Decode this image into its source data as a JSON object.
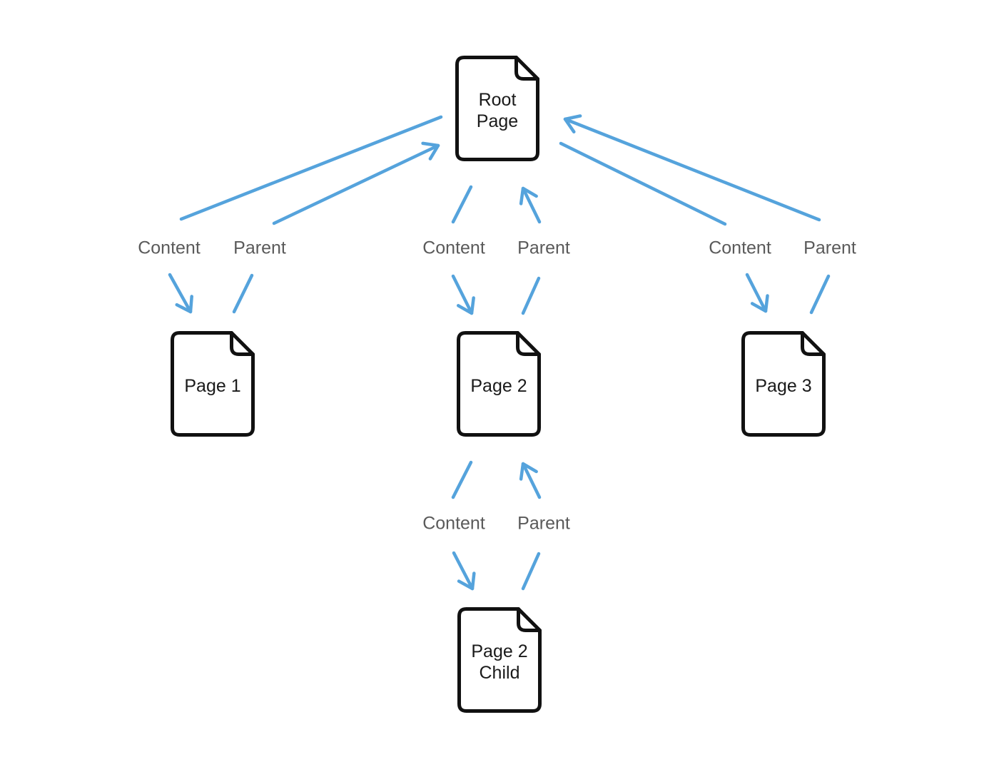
{
  "diagram": {
    "type": "page-hierarchy-diagram",
    "nodes": [
      {
        "id": "root-page",
        "lines": [
          "Root",
          "Page"
        ]
      },
      {
        "id": "page-1",
        "lines": [
          "Page 1"
        ]
      },
      {
        "id": "page-2",
        "lines": [
          "Page 2"
        ]
      },
      {
        "id": "page-3",
        "lines": [
          "Page 3"
        ]
      },
      {
        "id": "page-2-child",
        "lines": [
          "Page 2",
          "Child"
        ]
      }
    ],
    "edges": [
      {
        "from": "root-page",
        "to": "page-1",
        "label": "Content"
      },
      {
        "from": "page-1",
        "to": "root-page",
        "label": "Parent"
      },
      {
        "from": "root-page",
        "to": "page-2",
        "label": "Content"
      },
      {
        "from": "page-2",
        "to": "root-page",
        "label": "Parent"
      },
      {
        "from": "root-page",
        "to": "page-3",
        "label": "Content"
      },
      {
        "from": "page-3",
        "to": "root-page",
        "label": "Parent"
      },
      {
        "from": "page-2",
        "to": "page-2-child",
        "label": "Content"
      },
      {
        "from": "page-2-child",
        "to": "page-2",
        "label": "Parent"
      }
    ],
    "colors": {
      "background": "#FFFFFF",
      "arrow": "#55A3DC",
      "edge_label": "#5A5A5A",
      "node_outline": "#111111",
      "node_text": "#1A1A1A"
    }
  }
}
